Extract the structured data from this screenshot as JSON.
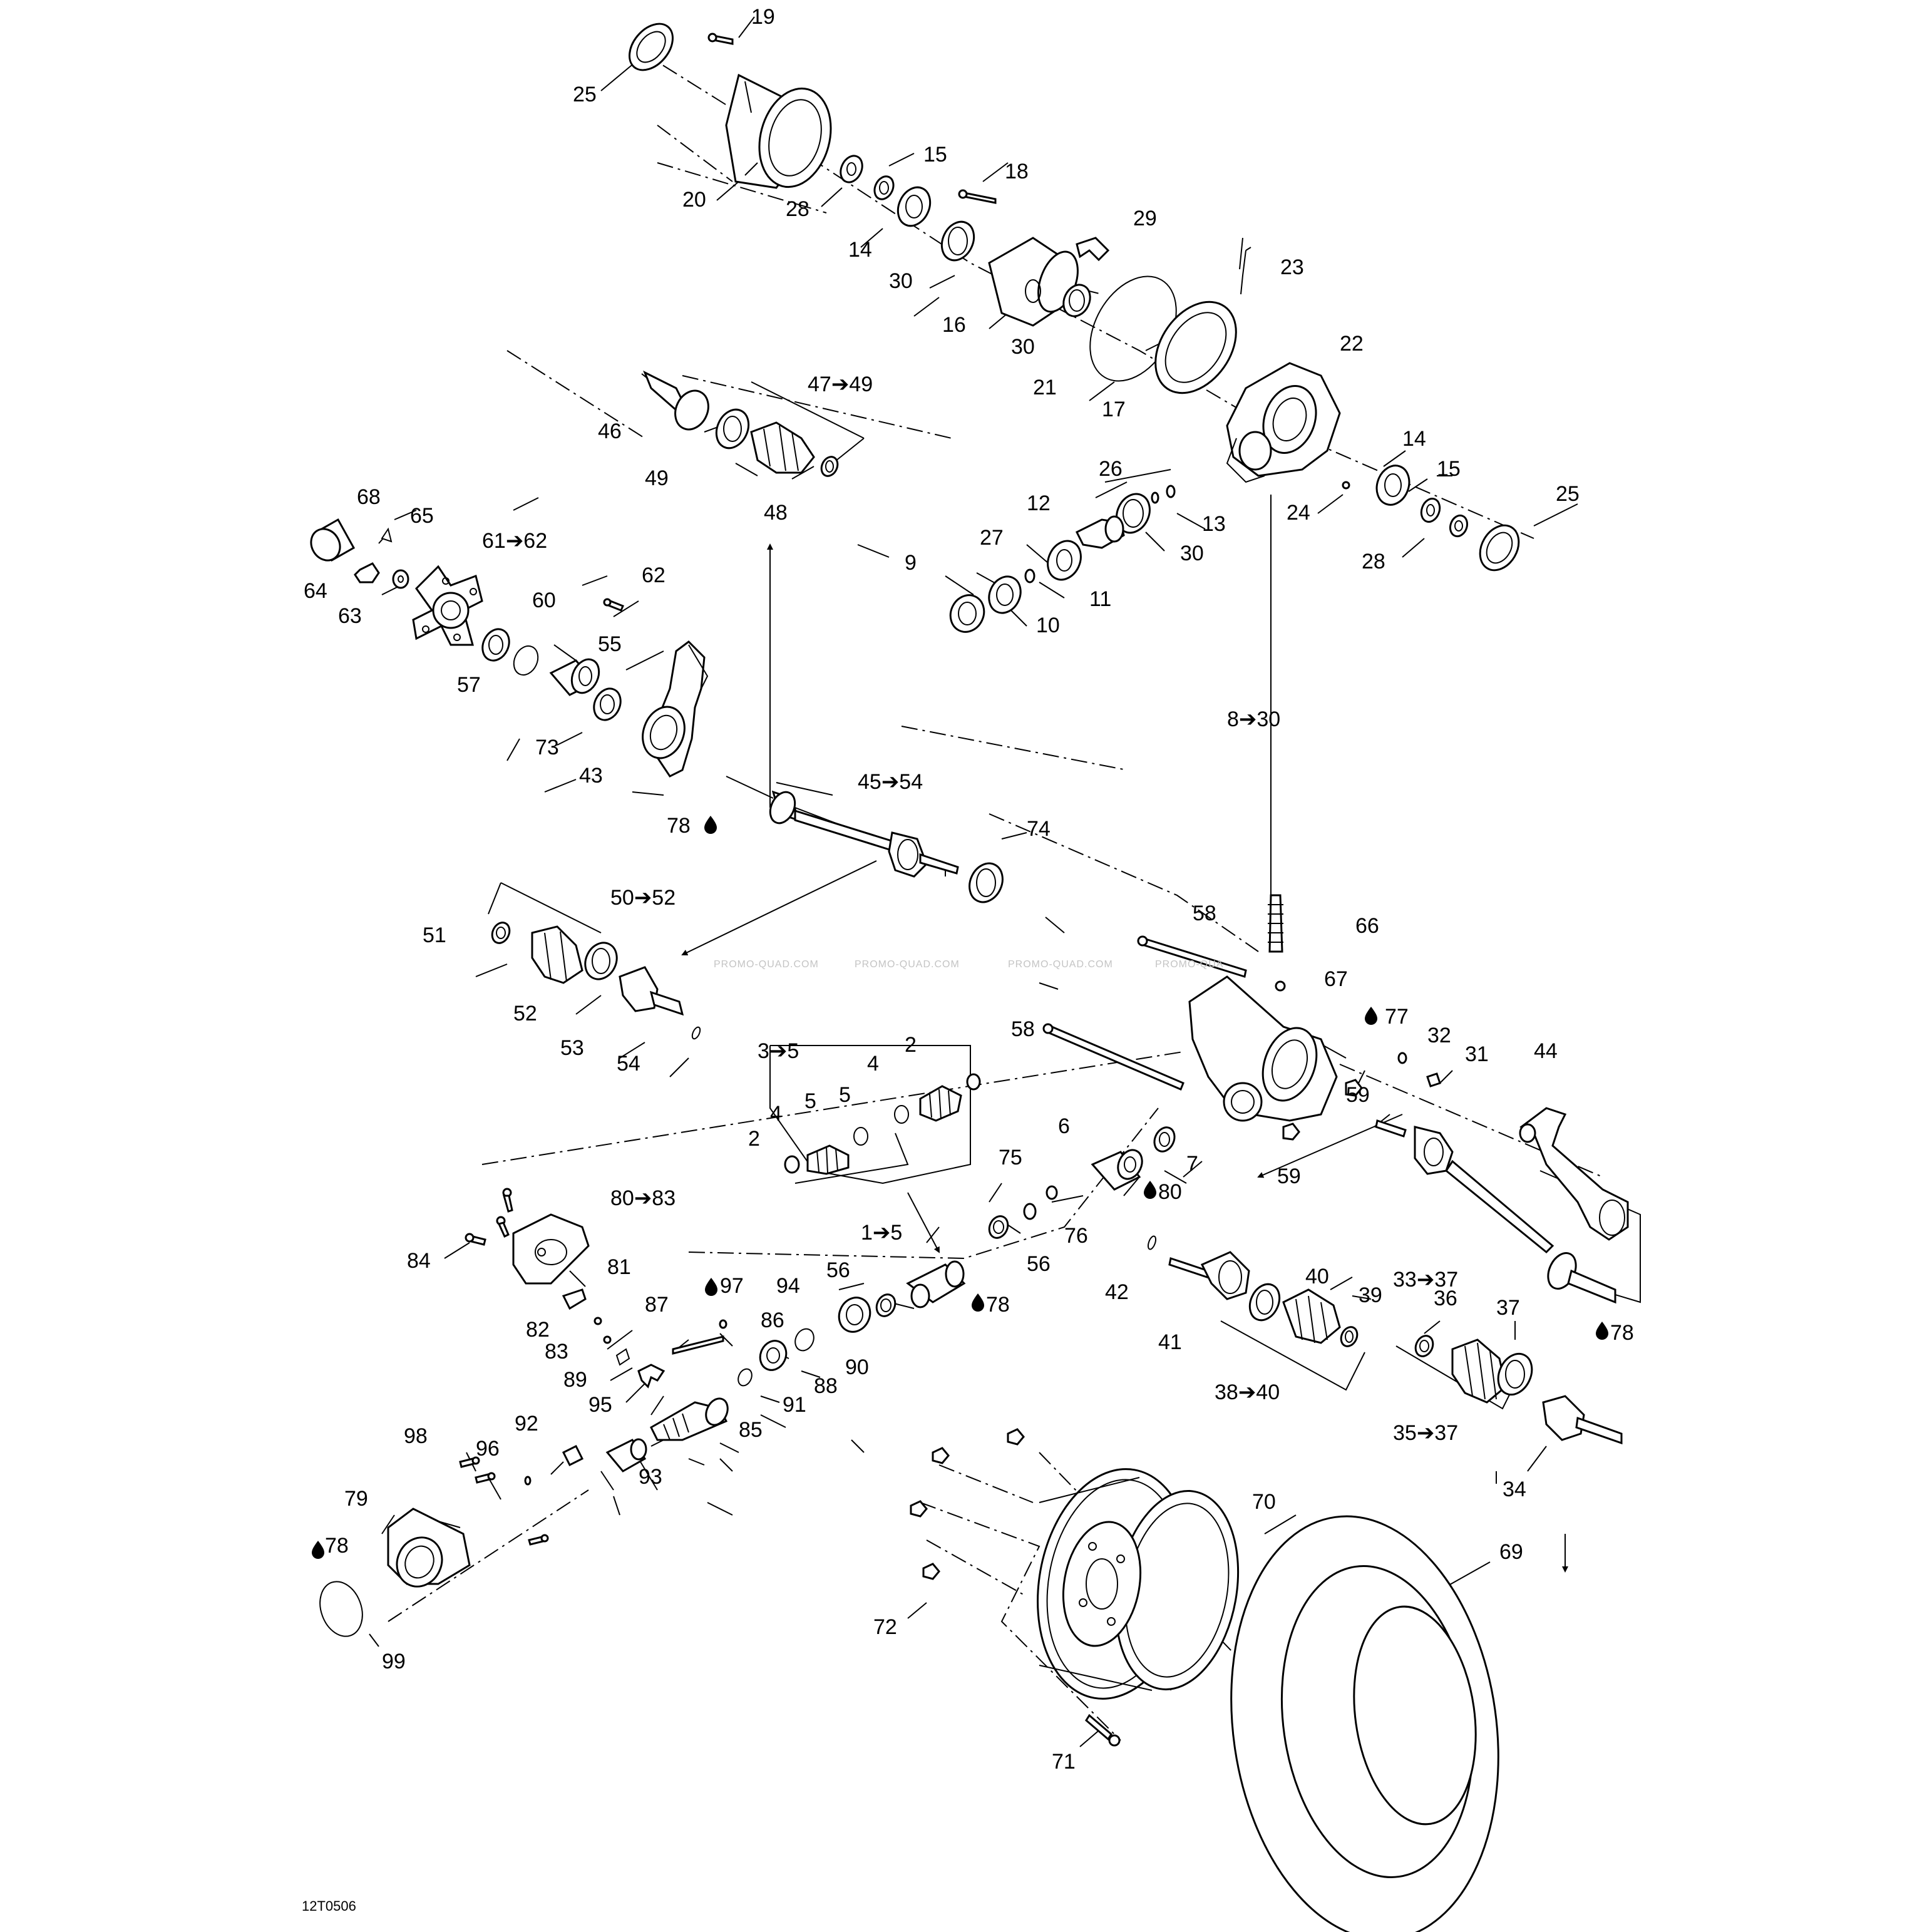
{
  "drawing_code": "12T0506",
  "watermarks": [
    "PROMO-QUAD.COM",
    "PROMO-QUAD.COM",
    "PROMO-QUAD.COM",
    "PROMO-QUA"
  ],
  "labels": {
    "l19": "19",
    "l25a": "25",
    "l20": "20",
    "l28a": "28",
    "l15a": "15",
    "l14a": "14",
    "l18": "18",
    "l30a": "30",
    "l29": "29",
    "l16": "16",
    "l30b": "30",
    "l23": "23",
    "l21": "21",
    "l17": "17",
    "l22": "22",
    "l47_49": "47➔49",
    "l46": "46",
    "l49": "49",
    "l48": "48",
    "l26": "26",
    "l12": "12",
    "l13": "13",
    "l30c": "30",
    "l14b": "14",
    "l15b": "15",
    "l25b": "25",
    "l24": "24",
    "l28b": "28",
    "l27": "27",
    "l11": "11",
    "l9": "9",
    "l10": "10",
    "l68": "68",
    "l65": "65",
    "l61_62": "61➔62",
    "l62": "62",
    "l64": "64",
    "l63": "63",
    "l60": "60",
    "l55": "55",
    "l57": "57",
    "l73": "73",
    "l43": "43",
    "l45_54": "45➔54",
    "l78a": "78",
    "l74": "74",
    "l8_30": "8➔30",
    "l50_52": "50➔52",
    "l51": "51",
    "l52": "52",
    "l53": "53",
    "l54": "54",
    "l58a": "58",
    "l66": "66",
    "l67": "67",
    "l58b": "58",
    "l77": "77",
    "l32": "32",
    "l31": "31",
    "l44": "44",
    "l3_5": "3➔5",
    "l2a": "2",
    "l4a": "4",
    "l5a": "5",
    "l5b": "5",
    "l4b": "4",
    "l2b": "2",
    "l59a": "59",
    "l59b": "59",
    "l6": "6",
    "l7": "7",
    "l75": "75",
    "l80": "80",
    "l76": "76",
    "l33_37": "33➔37",
    "l80_83": "80➔83",
    "l1_5": "1➔5",
    "l56a": "56",
    "l56b": "56",
    "l84": "84",
    "l81": "81",
    "l97": "97",
    "l94": "94",
    "l78b": "78",
    "l42": "42",
    "l40": "40",
    "l39": "39",
    "l36": "36",
    "l37": "37",
    "l78c": "78",
    "l82": "82",
    "l87": "87",
    "l86": "86",
    "l83": "83",
    "l90": "90",
    "l41": "41",
    "l89": "89",
    "l88": "88",
    "l95": "95",
    "l91": "91",
    "l38_40": "38➔40",
    "l85": "85",
    "l35_37": "35➔37",
    "l98": "98",
    "l92": "92",
    "l96": "96",
    "l93": "93",
    "l34": "34",
    "l70": "70",
    "l79": "79",
    "l78d": "78",
    "l69": "69",
    "l72": "72",
    "l99": "99",
    "l71": "71"
  }
}
